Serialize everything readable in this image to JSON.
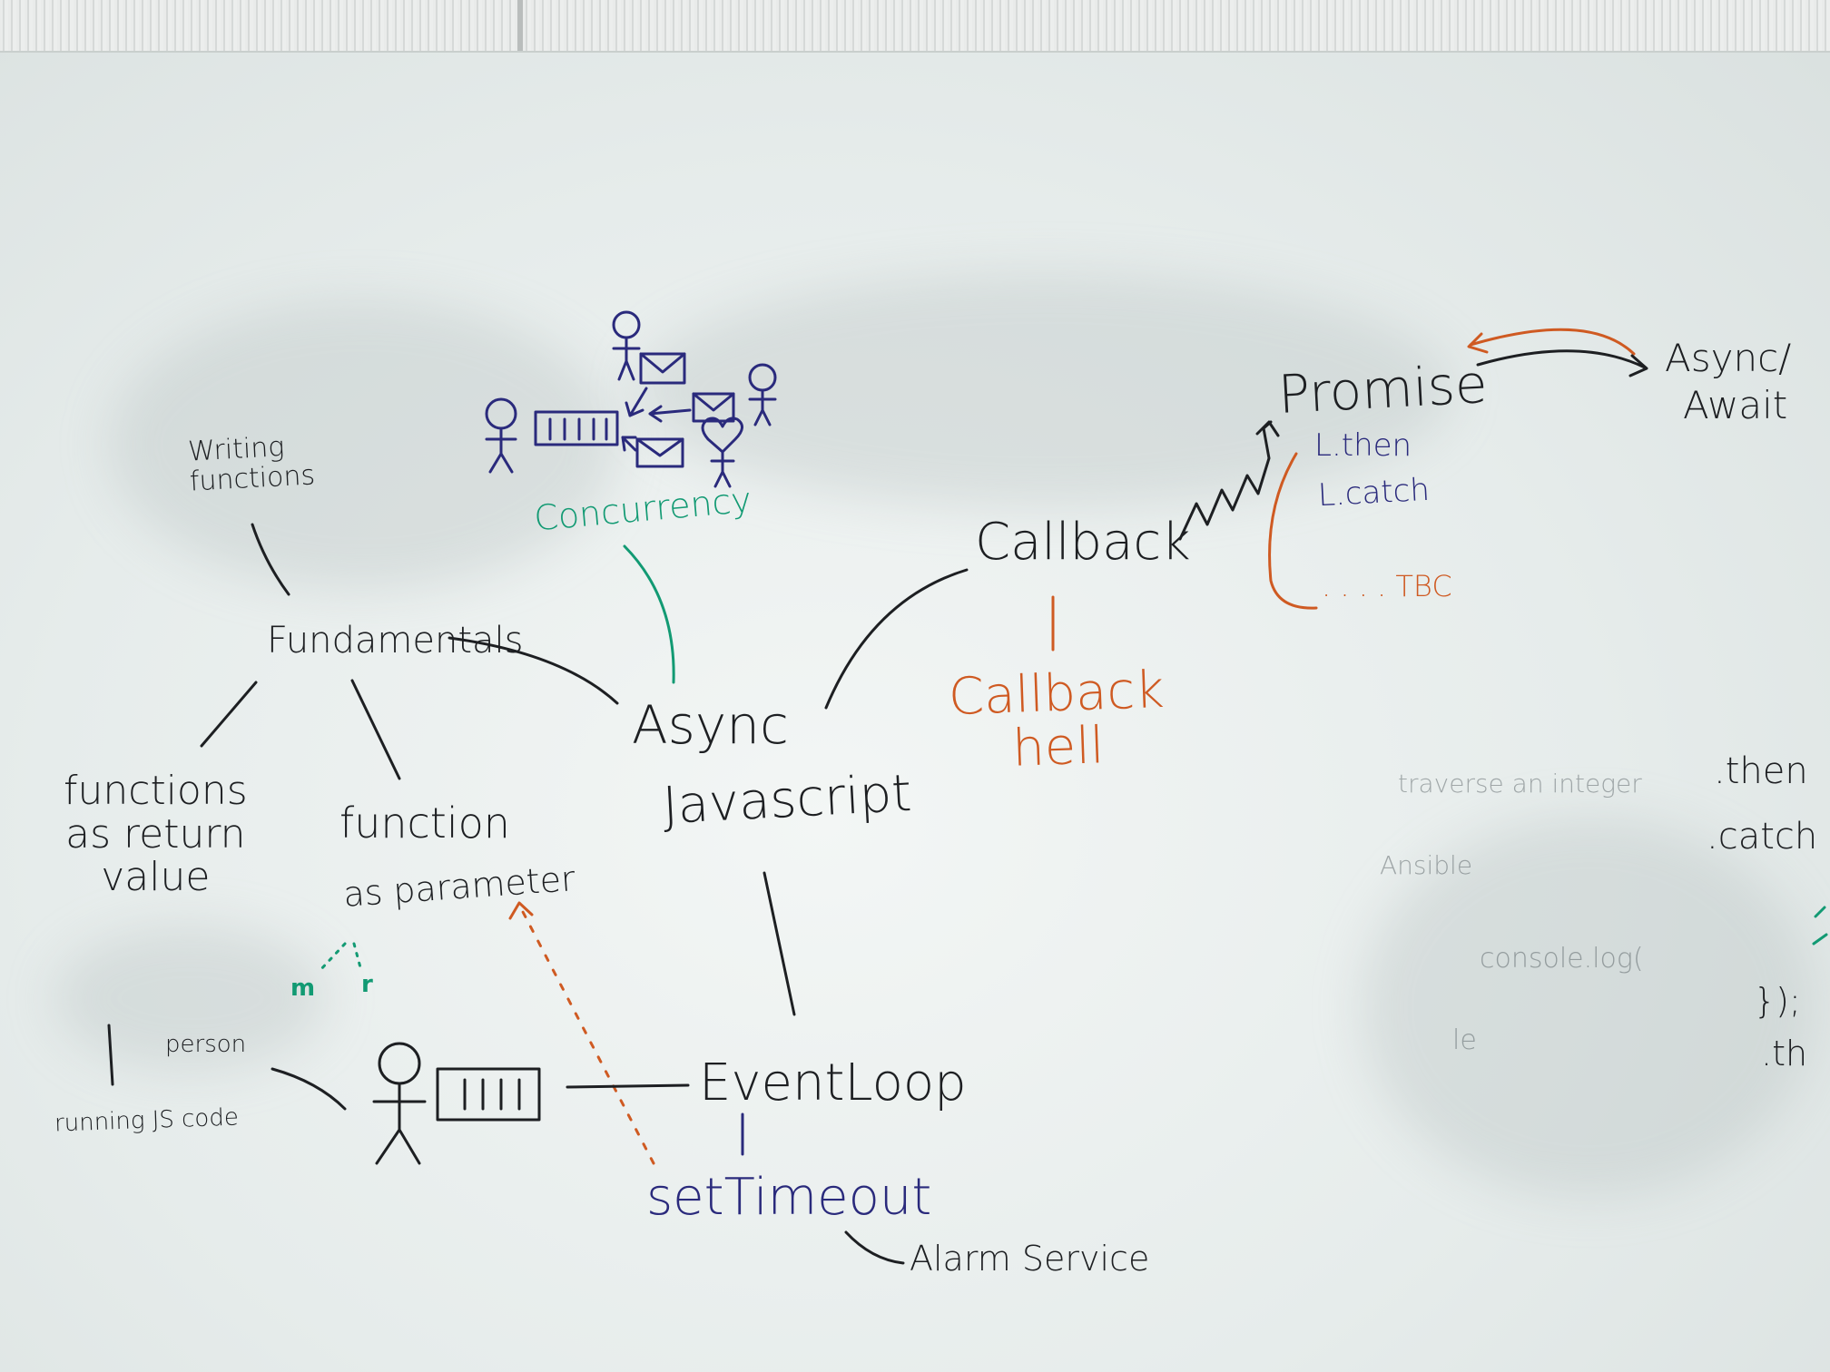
{
  "colors": {
    "black_marker": "#1d1f22",
    "blue_marker": "#2a2a7c",
    "orange_marker": "#cf5a22",
    "green_marker": "#129a73",
    "board": "#e9eeed"
  },
  "nodes": {
    "writing_functions": "Writing\nfunctions",
    "fundamentals": "Fundamentals",
    "functions_as_return_value": "functions\nas return\nvalue",
    "function_as_parameter_1": "function",
    "function_as_parameter_2": "as parameter",
    "m_label": "m",
    "r_label": "r",
    "concurrency": "Concurrency",
    "async_javascript_1": "Async",
    "async_javascript_2": "Javascript",
    "callback": "Callback",
    "callback_hell": "Callback\nhell",
    "promise": "Promise",
    "then": "L.then",
    "catch": "L.catch",
    "tbc": ". . . . TBC",
    "async_await_1": "Async/",
    "async_await_2": "Await",
    "person_label_1": "person",
    "person_label_2": "running JS code",
    "event_loop": "EventLoop",
    "settimeout": "setTimeout",
    "alarm_service": "Alarm Service"
  },
  "right_edge_fragments": {
    "then_fragment": ".then",
    "catch_fragment": ".catch",
    "brace_fragment": "});",
    "th_fragment": ".th",
    "ghost_1": "traverse an integer",
    "ghost_2": "console.log(",
    "ghost_3": "le",
    "ghost_4": "Ansible"
  },
  "icons": [
    "stick-figure-icon",
    "queue-icon",
    "envelope-icon",
    "heart-icon",
    "arrow-icon",
    "zigzag-arrow-icon"
  ]
}
